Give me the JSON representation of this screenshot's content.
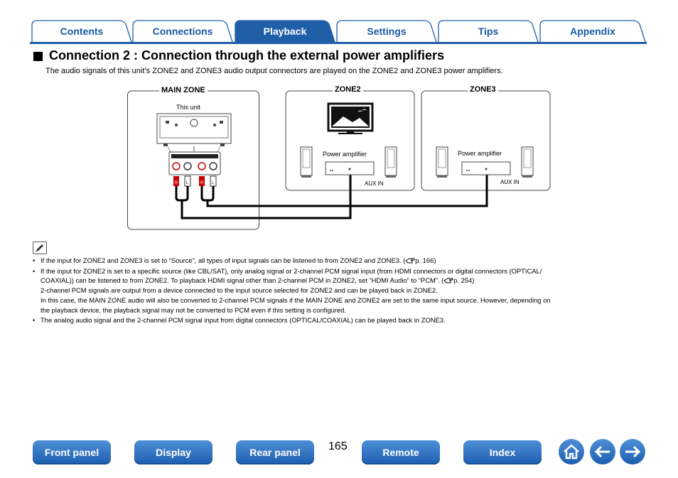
{
  "tabs": [
    {
      "label": "Contents"
    },
    {
      "label": "Connections"
    },
    {
      "label": "Playback"
    },
    {
      "label": "Settings"
    },
    {
      "label": "Tips"
    },
    {
      "label": "Appendix"
    }
  ],
  "heading": "Connection 2 : Connection through the external power amplifiers",
  "intro": "The audio signals of this unit’s ZONE2 and ZONE3 audio output connectors are played on the ZONE2 and ZONE3 power amplifiers.",
  "diagram": {
    "main_zone": "MAIN ZONE",
    "zone2": "ZONE2",
    "zone3": "ZONE3",
    "this_unit": "This unit",
    "power_amp": "Power amplifier",
    "aux_in": "AUX IN"
  },
  "notes": [
    {
      "text": "If the input for ZONE2 and ZONE3 is set to “Source”, all types of input signals can be listened to from ZONE2 and ZONE3.  (",
      "ref": "p. 166)"
    },
    {
      "lines": [
        "If the input for ZONE2 is set to a specific source (like CBL/SAT), only analog signal or 2-channel PCM signal input (from HDMI connectors or digital connectors (OPTICAL/",
        "COAXIAL)) can be listened to from ZONE2. To playback HDMI signal other than 2-channel PCM in ZONE2, set “HDMI Audio” to “PCM”.  ("
      ],
      "ref": "p. 254)",
      "extra": [
        "2-channel PCM signals are output from a device connected to the input source selected for ZONE2 and can be played back in ZONE2.",
        "In this case, the MAIN ZONE audio will also be converted to 2-channel PCM signals if the MAIN ZONE and ZONE2 are set to the same input source. However, depending on",
        "the playback device, the playback signal may not be converted to PCM even if this setting is configured."
      ]
    },
    {
      "text": "The analog audio signal and the 2-channel PCM signal input from digital connectors (OPTICAL/COAXIAL) can be played back in ZONE3."
    }
  ],
  "nav": {
    "front_panel": "Front panel",
    "display": "Display",
    "rear_panel": "Rear panel",
    "page": "165",
    "remote": "Remote",
    "index": "Index"
  },
  "colors": {
    "accent": "#1f5fa8",
    "button": "#2e72c2"
  },
  "icons": [
    "home-icon",
    "arrow-left-icon",
    "arrow-right-icon",
    "pencil-note-icon",
    "hand-reference-icon"
  ]
}
